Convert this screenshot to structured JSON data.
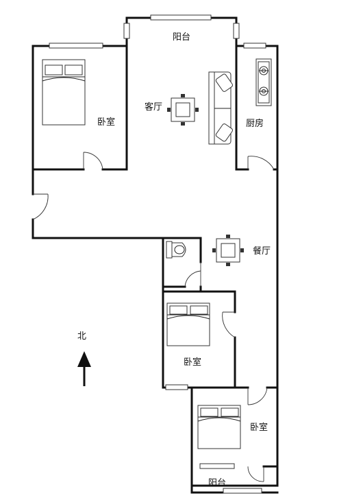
{
  "rooms": {
    "balcony_top": "阳台",
    "living_room": "客厅",
    "bedroom_main": "卧室",
    "kitchen": "厨房",
    "dining_room": "餐厅",
    "bedroom_middle": "卧室",
    "bedroom_bottom": "卧室",
    "balcony_bottom": "阳台"
  },
  "compass": {
    "north": "北"
  }
}
